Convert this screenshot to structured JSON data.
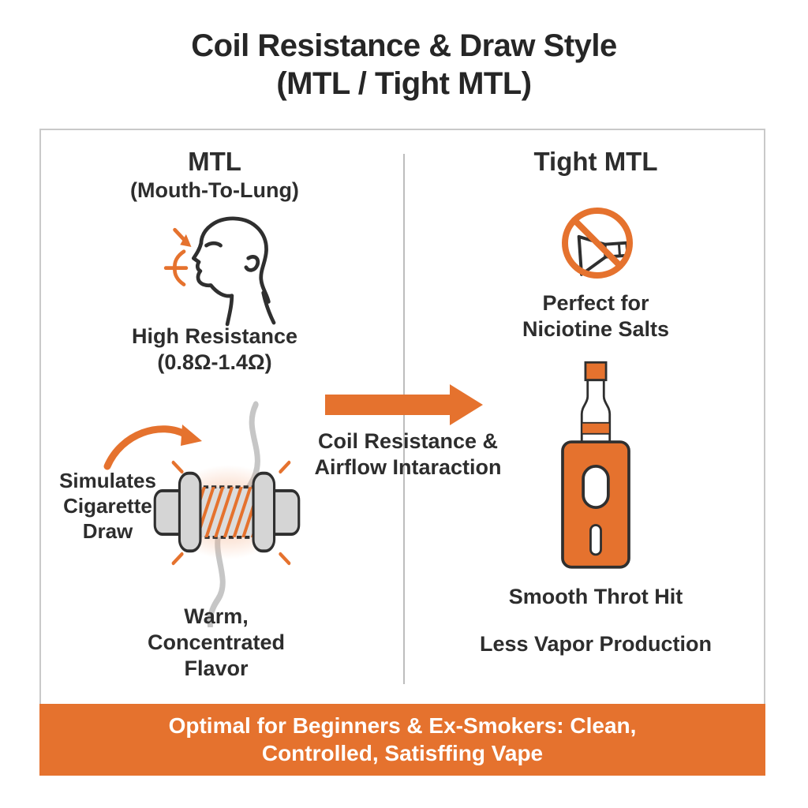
{
  "title": "Coil Resistance & Draw Style\n(MTL / Tight MTL)",
  "left_panel": {
    "heading": "MTL",
    "subheading": "(Mouth-To-Lung)",
    "resistance": "High Resistance\n(0.8Ω-1.4Ω)",
    "draw_label": "Simulates\nCigarette\nDraw",
    "flavor": "Warm,\nConcentrated\nFlavor",
    "face_icon": "inhaling-face-icon",
    "curved_arrow_icon": "curved-arrow-icon",
    "coil_icon": "heating-coil-icon"
  },
  "center": {
    "arrow_icon": "right-arrow-icon",
    "arrow_label": "Coil Resistance &\nAirflow Intaraction"
  },
  "right_panel": {
    "heading": "Tight MTL",
    "prohibition_icon": "no-airflow-prohibition-icon",
    "nic_salts": "Perfect for\nNiciotine Salts",
    "device_icon": "vape-device-icon",
    "throat_hit": "Smooth Throt Hit",
    "vapor": "Less Vapor Production"
  },
  "footer": {
    "text": "Optimal for Beginners & Ex-Smokers: Clean,\nControlled, Satisffing Vape"
  },
  "colors": {
    "accent_orange": "#E5722E",
    "text_dark": "#2D2D2D",
    "outline_dark": "#2F2F2F",
    "metal_gray": "#D5D5D5",
    "wire_gray": "#C6C6C6",
    "divider_gray": "#BDBDBD",
    "border_gray": "#C9C9C9",
    "banner_text": "#FFFFFF"
  }
}
